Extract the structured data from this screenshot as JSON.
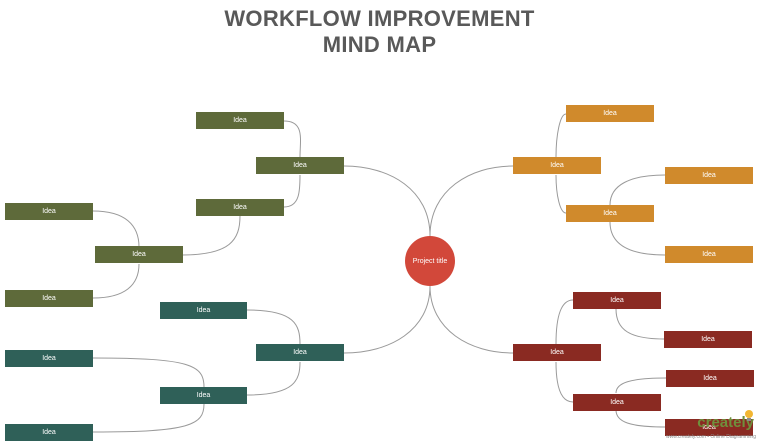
{
  "title_line1": "WORKFLOW IMPROVEMENT",
  "title_line2": "MIND MAP",
  "center_label": "Project title",
  "node_label": "Idea",
  "branch_colors": {
    "olive": "#5e6a3a",
    "orange": "#d08a2c",
    "teal": "#2f6058",
    "red": "#8a2a22",
    "center": "#d2483a"
  },
  "olive_branch": {
    "main": "Idea",
    "upper_children": [
      "Idea",
      "Idea"
    ],
    "sub": "Idea",
    "sub_children": [
      "Idea",
      "Idea"
    ]
  },
  "teal_branch": {
    "main": "Idea",
    "children": [
      "Idea",
      "Idea"
    ],
    "sub_children": [
      "Idea",
      "Idea"
    ]
  },
  "orange_branch": {
    "main": "Idea",
    "children": [
      "Idea",
      "Idea"
    ],
    "sub_children": [
      "Idea",
      "Idea"
    ]
  },
  "red_branch": {
    "main": "Idea",
    "children": [
      "Idea",
      "Idea"
    ],
    "sub_children_upper": [
      "Idea"
    ],
    "sub_children_lower": [
      "Idea",
      "Idea"
    ]
  },
  "logo": {
    "brand": "creately",
    "tagline": "www.creately.com • Online Diagramming"
  }
}
